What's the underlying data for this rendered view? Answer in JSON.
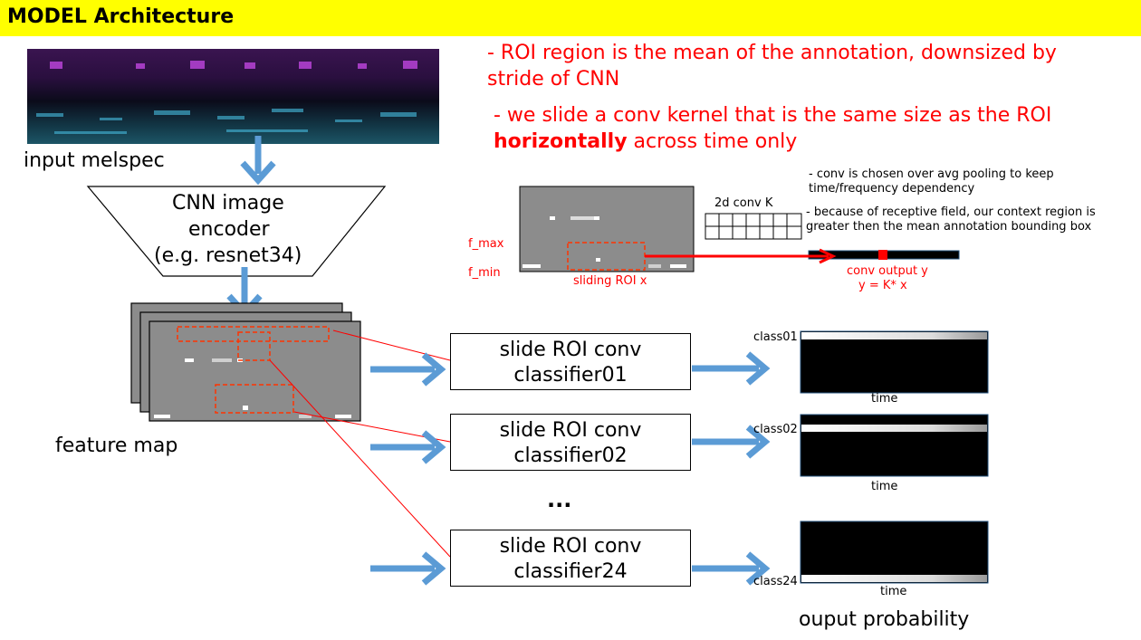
{
  "title": "MODEL Architecture",
  "notes": {
    "line1a": "- ROI region is the mean of the annotation, downsized by",
    "line1b": "stride of CNN",
    "line2a": "- we slide a conv kernel that is the same size as the ROI",
    "line2b_bold": "horizontally",
    "line2b_rest": " across time only"
  },
  "side_notes": {
    "n1a": "- conv is chosen over avg pooling to keep",
    "n1b": "time/frequency dependency",
    "n2a": "- because of receptive field, our context region is",
    "n2b": "greater then the mean annotation bounding box"
  },
  "labels": {
    "input": "input melspec",
    "encoder_line1": "CNN image",
    "encoder_line2": "encoder",
    "encoder_line3": "(e.g. resnet34)",
    "feature_map": "feature map",
    "f_max": "f_max",
    "f_min": "f_min",
    "sliding_roi": "sliding ROI x",
    "conv_k": "2d conv K",
    "conv_out1": "conv output y",
    "conv_out2": "y = K* x",
    "ellipsis": "...",
    "output": "ouput probability"
  },
  "classifiers": [
    {
      "line1": "slide ROI conv",
      "line2": "classifier01",
      "class_label": "class01",
      "time_label": "time"
    },
    {
      "line1": "slide ROI conv",
      "line2": "classifier02",
      "class_label": "class02",
      "time_label": "time"
    },
    {
      "line1": "slide ROI conv",
      "line2": "classifier24",
      "class_label": "class24",
      "time_label": "time"
    }
  ],
  "colors": {
    "title_bg": "#ffff00",
    "note_red": "#ff0000",
    "arrow_blue": "#5b9bd5",
    "roi_dash": "#ff3300",
    "feature_gray": "#8c8c8c"
  }
}
